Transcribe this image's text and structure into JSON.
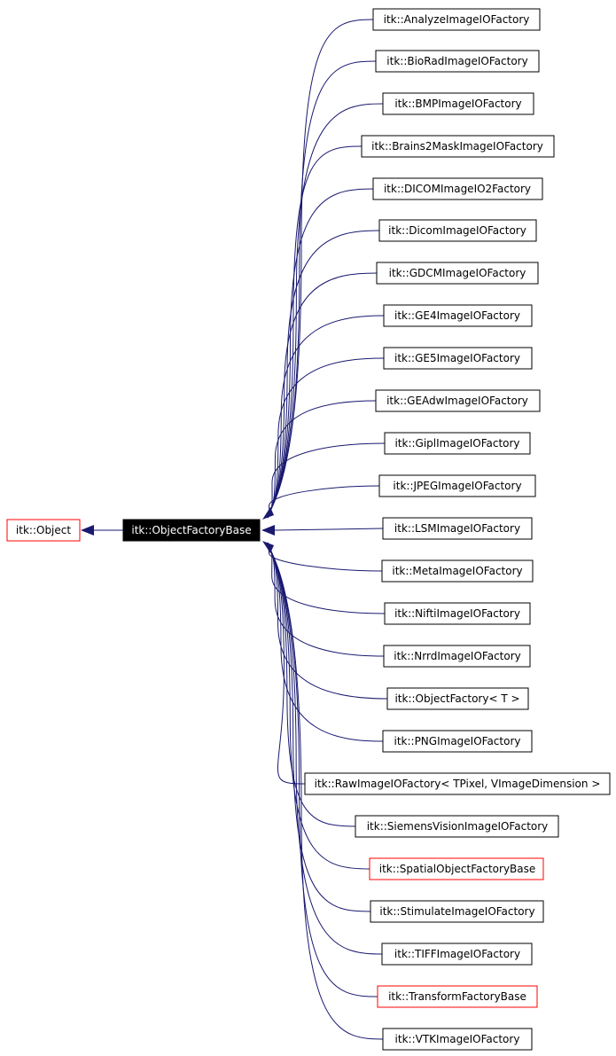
{
  "diagram": {
    "base": {
      "label": "itk::Object",
      "border": "#ff0000"
    },
    "focus": {
      "label": "itk::ObjectFactoryBase",
      "fill": "#000000",
      "text": "#ffffff"
    },
    "edge_color": "#191970",
    "derived": [
      {
        "label": "itk::AnalyzeImageIOFactory",
        "border": "#000000"
      },
      {
        "label": "itk::BioRadImageIOFactory",
        "border": "#000000"
      },
      {
        "label": "itk::BMPImageIOFactory",
        "border": "#000000"
      },
      {
        "label": "itk::Brains2MaskImageIOFactory",
        "border": "#000000"
      },
      {
        "label": "itk::DICOMImageIO2Factory",
        "border": "#000000"
      },
      {
        "label": "itk::DicomImageIOFactory",
        "border": "#000000"
      },
      {
        "label": "itk::GDCMImageIOFactory",
        "border": "#000000"
      },
      {
        "label": "itk::GE4ImageIOFactory",
        "border": "#000000"
      },
      {
        "label": "itk::GE5ImageIOFactory",
        "border": "#000000"
      },
      {
        "label": "itk::GEAdwImageIOFactory",
        "border": "#000000"
      },
      {
        "label": "itk::GiplImageIOFactory",
        "border": "#000000"
      },
      {
        "label": "itk::JPEGImageIOFactory",
        "border": "#000000"
      },
      {
        "label": "itk::LSMImageIOFactory",
        "border": "#000000"
      },
      {
        "label": "itk::MetaImageIOFactory",
        "border": "#000000"
      },
      {
        "label": "itk::NiftiImageIOFactory",
        "border": "#000000"
      },
      {
        "label": "itk::NrrdImageIOFactory",
        "border": "#000000"
      },
      {
        "label": "itk::ObjectFactory< T >",
        "border": "#000000"
      },
      {
        "label": "itk::PNGImageIOFactory",
        "border": "#000000"
      },
      {
        "label": "itk::RawImageIOFactory< TPixel, VImageDimension >",
        "border": "#000000"
      },
      {
        "label": "itk::SiemensVisionImageIOFactory",
        "border": "#000000"
      },
      {
        "label": "itk::SpatialObjectFactoryBase",
        "border": "#ff0000"
      },
      {
        "label": "itk::StimulateImageIOFactory",
        "border": "#000000"
      },
      {
        "label": "itk::TIFFImageIOFactory",
        "border": "#000000"
      },
      {
        "label": "itk::TransformFactoryBase",
        "border": "#ff0000"
      },
      {
        "label": "itk::VTKImageIOFactory",
        "border": "#000000"
      }
    ]
  }
}
